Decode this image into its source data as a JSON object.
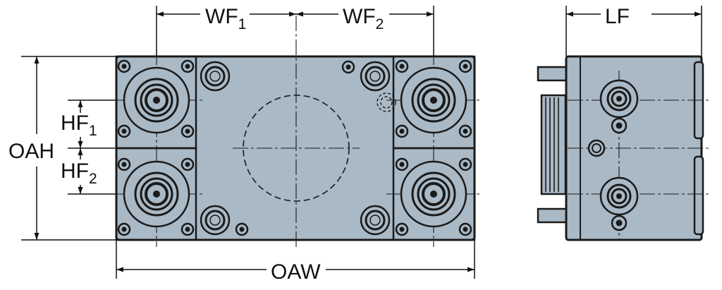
{
  "diagram": {
    "labels": {
      "wf1": {
        "main": "WF",
        "sub": "1"
      },
      "wf2": {
        "main": "WF",
        "sub": "2"
      },
      "lf": "LF",
      "oah": "OAH",
      "hf1": {
        "main": "HF",
        "sub": "1"
      },
      "hf2": {
        "main": "HF",
        "sub": "2"
      },
      "oaw": "OAW"
    },
    "colors": {
      "body": "#a9b9c6",
      "outline": "#1a1a1a",
      "background": "#ffffff"
    }
  }
}
